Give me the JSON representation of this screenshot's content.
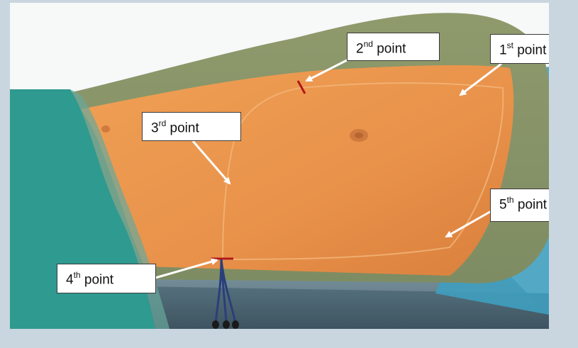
{
  "colors": {
    "background": "#c9d6df",
    "skin": "#e9944a",
    "drape_left": "#2e9a90",
    "drape_right": "#3f9fbf",
    "marker": "#b01818",
    "arrow": "#ffffff"
  },
  "labels": [
    {
      "num": "1",
      "suffix": "st",
      "word": "point"
    },
    {
      "num": "2",
      "suffix": "nd",
      "word": "point"
    },
    {
      "num": "3",
      "suffix": "rd",
      "word": "point"
    },
    {
      "num": "4",
      "suffix": "th",
      "word": "point"
    },
    {
      "num": "5",
      "suffix": "th",
      "word": "point"
    }
  ]
}
